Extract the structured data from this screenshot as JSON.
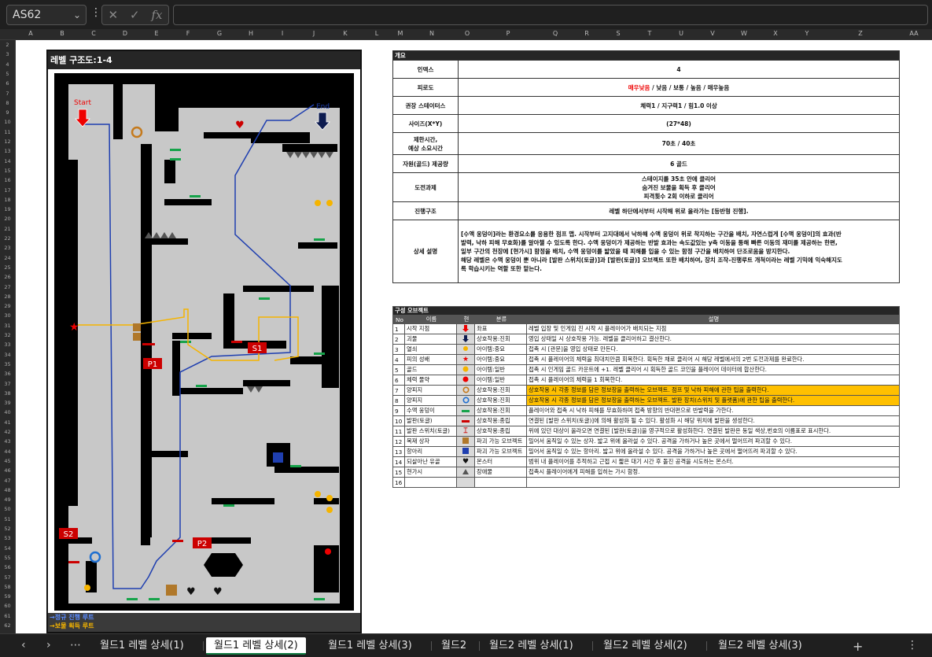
{
  "formula_bar": {
    "name_box": "AS62",
    "icons": [
      "more-icon",
      "cancel-icon",
      "confirm-icon",
      "function-icon"
    ],
    "fx_label": "fx",
    "formula": ""
  },
  "columns": [
    "A",
    "B",
    "C",
    "D",
    "E",
    "F",
    "G",
    "H",
    "I",
    "J",
    "K",
    "L",
    "M",
    "N",
    "O",
    "P",
    "Q",
    "R",
    "S",
    "T",
    "U",
    "V",
    "W",
    "X",
    "Y",
    "Z",
    "AA"
  ],
  "rows": [
    "2",
    "3",
    "4",
    "5",
    "6",
    "7",
    "8",
    "9",
    "10",
    "11",
    "12",
    "13",
    "14",
    "15",
    "16",
    "17",
    "18",
    "19",
    "20",
    "21",
    "22",
    "23",
    "24",
    "25",
    "26",
    "27",
    "28",
    "29",
    "30",
    "31",
    "32",
    "33",
    "34",
    "35",
    "36",
    "37",
    "38",
    "39",
    "40",
    "41",
    "42",
    "43",
    "44",
    "45",
    "46",
    "47",
    "48",
    "49",
    "50",
    "51",
    "52",
    "53",
    "54",
    "55",
    "56",
    "57",
    "58",
    "59",
    "60",
    "61",
    "62"
  ],
  "map": {
    "title": "레벨 구조도:1-4",
    "start_label": "Start",
    "end_label": "End",
    "markers": [
      "P1",
      "P2",
      "S1",
      "S2"
    ],
    "legend_normal": "→정규 진행 루트",
    "legend_treasure": "→보물 획득 루트",
    "colors": {
      "route_normal": "#1f3fb0",
      "route_treasure": "#f5b400",
      "wall": "#000000",
      "floor": "#c8c8c8",
      "marker": "#c00000"
    }
  },
  "overview": {
    "header": "개요",
    "rows": [
      {
        "label": "인덱스",
        "value": "4"
      },
      {
        "label": "피로도",
        "value_parts": [
          "매우낮음",
          " / 낮음 / 보통 / 높음 / 매우높음"
        ]
      },
      {
        "label": "권장 스테이터스",
        "value": "체력1 / 지구력1 / 힘1.0 이상"
      },
      {
        "label": "사이즈(X*Y)",
        "value": "(27*48)"
      },
      {
        "label_line1": "제한시간,",
        "label_line2": "예상 소요시간",
        "value": "70초 / 40초"
      },
      {
        "label": "자원(골드) 제공량",
        "value": "6 골드"
      },
      {
        "label": "도전과제",
        "value_lines": [
          "스테이지를 35초 안에 클리어",
          "숨겨진 보물을 획득 후 클리어",
          "피격횟수 2회 이하로 클리어"
        ]
      },
      {
        "label": "진행구조",
        "value": "레벨 하단에서부터 시작해 위로 올라가는 [등반형 진행]."
      },
      {
        "label": "상세 설명",
        "desc_lines": [
          "[수액 웅덩이]라는 환경요소를 응용한 점프 맵. 시작부터 고지대에서 낙하해 수액 웅덩이 위로 착지하는 구간을 배치, 자연스럽게 [수액 웅덩이]의 효과(반",
          "발력, 낙하 피해 무효화)를 알아챌 수 있도록 한다. 수액 웅덩이가 제공하는 반발 효과는 속도값있는 y축 이동을 통해 빠른 이동의 재미를 제공하는 한편,",
          "일부 구간의 천장에 [현가시] 함정을 배치, 수액 웅덩이를 밟았을 때 피해를 입을 수 있는 함정 구간을 배치하여 단조로움을 방지한다.",
          "해당 레벨은 수액 웅덩이 뿐 아니라 [발판 스위치(토글)]과 [발판(토글)] 오브젝트 또한 배치하여, 장치 조작-진행루트 개척이라는 레벨 기믹에 익숙해지도",
          "록 학습시키는 역할 또한 맡는다."
        ]
      }
    ]
  },
  "objects": {
    "header": "구성 오브젝트",
    "columns": [
      "No",
      "이름",
      "현",
      "분류",
      "설명"
    ],
    "rows": [
      {
        "no": "1",
        "name": "시작 지점",
        "icon": "start-arrow-icon",
        "class": "좌표",
        "desc": "레벨 입장 및 인게임 진 시작 시 플레이어가 배치되는 지점",
        "hl": false
      },
      {
        "no": "2",
        "name": "괴물",
        "icon": "end-arrow-icon",
        "class": "상호작용:진회",
        "desc": "영입 상태일 시 상호작용 가능. 레벨을 클리어하고 결산한다.",
        "hl": false
      },
      {
        "no": "3",
        "name": "열쇠",
        "icon": "key-icon",
        "class": "아이템:중요",
        "desc": "접촉 시 [관문]을 영입 상태로 만든다.",
        "hl": false
      },
      {
        "no": "4",
        "name": "피의 성배",
        "icon": "star-icon",
        "class": "아이템:중요",
        "desc": "접촉 시 플레이어의 체력을 최대치만큼 회복한다. 획득한 채로 클리어 시 해당 레벨에서의 2번 도전과제를 완료한다.",
        "hl": false
      },
      {
        "no": "5",
        "name": "골드",
        "icon": "gold-icon",
        "class": "아이템:일반",
        "desc": "접촉 시 인게임 골드 카운트에 +1. 레벨 클리어 시 획득한 골드 코인을 플레이어 데이터에 합산한다.",
        "hl": false
      },
      {
        "no": "6",
        "name": "체력 물약",
        "icon": "potion-icon",
        "class": "아이템:일반",
        "desc": "접촉 시 플레이어의 체력을 1 회복한다.",
        "hl": false
      },
      {
        "no": "7",
        "name": "양피지",
        "icon": "scroll-orange-icon",
        "class": "상호작용:진회",
        "desc": "상호작용 시 각종 정보를 담은 정보창을 출력하는 오브젝트. 점프 및 낙하 피해에 관한 팁을 출력한다.",
        "hl": true
      },
      {
        "no": "8",
        "name": "양피지",
        "icon": "scroll-blue-icon",
        "class": "상호작용:진회",
        "desc": "상호작용 시 각종 정보를 담은 정보창을 출력하는 오브젝트. 발판 장치(스위치 및 플랫폼)에 관한 팁을 출력한다.",
        "hl": true
      },
      {
        "no": "9",
        "name": "수액 웅덩이",
        "icon": "sap-pool-icon",
        "class": "상호작용:진회",
        "desc": "플레이어와 접촉 시 낙하 피해를 무효화하며 접촉 방향의 반대편으로 반발력을 가한다.",
        "hl": false
      },
      {
        "no": "10",
        "name": "발판(토글)",
        "icon": "platform-icon",
        "class": "상호작용:종립",
        "desc": "연결된 [발판 스위치(토글)]에 의해 활성화 될 수 있다. 활성화 시 해당 위치에 발판을 생성한다.",
        "hl": false
      },
      {
        "no": "11",
        "name": "발판 스위치(토글)",
        "icon": "switch-icon",
        "class": "상호작용:종립",
        "desc": "위에 있던 대상이 올라오면 연결된 [발판(토글)]을 영구적으로 활성화한다. 연결된 발판은 동일 색상,번호의 이름표로 표시한다.",
        "hl": false
      },
      {
        "no": "12",
        "name": "목재 상자",
        "icon": "crate-icon",
        "class": "파괴 가능 오브젝트",
        "desc": "밀어서 움직일 수 있는 상자. 밟고 위에 올라설 수 있다. 공격을 가하거나 높은 곳에서 떨어뜨려 파괴할 수 있다.",
        "hl": false
      },
      {
        "no": "13",
        "name": "항아리",
        "icon": "jar-icon",
        "class": "파괴 가능 오브젝트",
        "desc": "밀어서 움직일 수 있는 항아리. 밟고 위에 올라설 수 있다. 공격을 가하거나 높은 곳에서 떨어뜨려 파괴할 수 있다.",
        "hl": false
      },
      {
        "no": "14",
        "name": "되살아난 유골",
        "icon": "heart-icon",
        "class": "몬스터",
        "desc": "범위 내 플레이어를 추적하고 근접 시 짧은 대기 시간 후 돌진 공격을 시도하는 몬스터.",
        "hl": false
      },
      {
        "no": "15",
        "name": "현가시",
        "icon": "spike-icon",
        "class": "장애물",
        "desc": "접촉시 플레이어에게 피해를 입히는 가시 함정.",
        "hl": false
      },
      {
        "no": "16",
        "name": "",
        "icon": "",
        "class": "",
        "desc": "",
        "hl": false
      }
    ]
  },
  "tabs": {
    "nav": [
      "prev-sheet-icon",
      "next-sheet-icon",
      "more-sheets-icon"
    ],
    "items": [
      "월드1 레벨 상세(1)",
      "월드1 레벨 상세(2)",
      "월드1 레벨 상세(3)",
      "월드2",
      "월드2 레벨 상세(1)",
      "월드2 레벨 상세(2)",
      "월드2 레벨 상세(3)"
    ],
    "active": 1,
    "add_label": "+"
  }
}
